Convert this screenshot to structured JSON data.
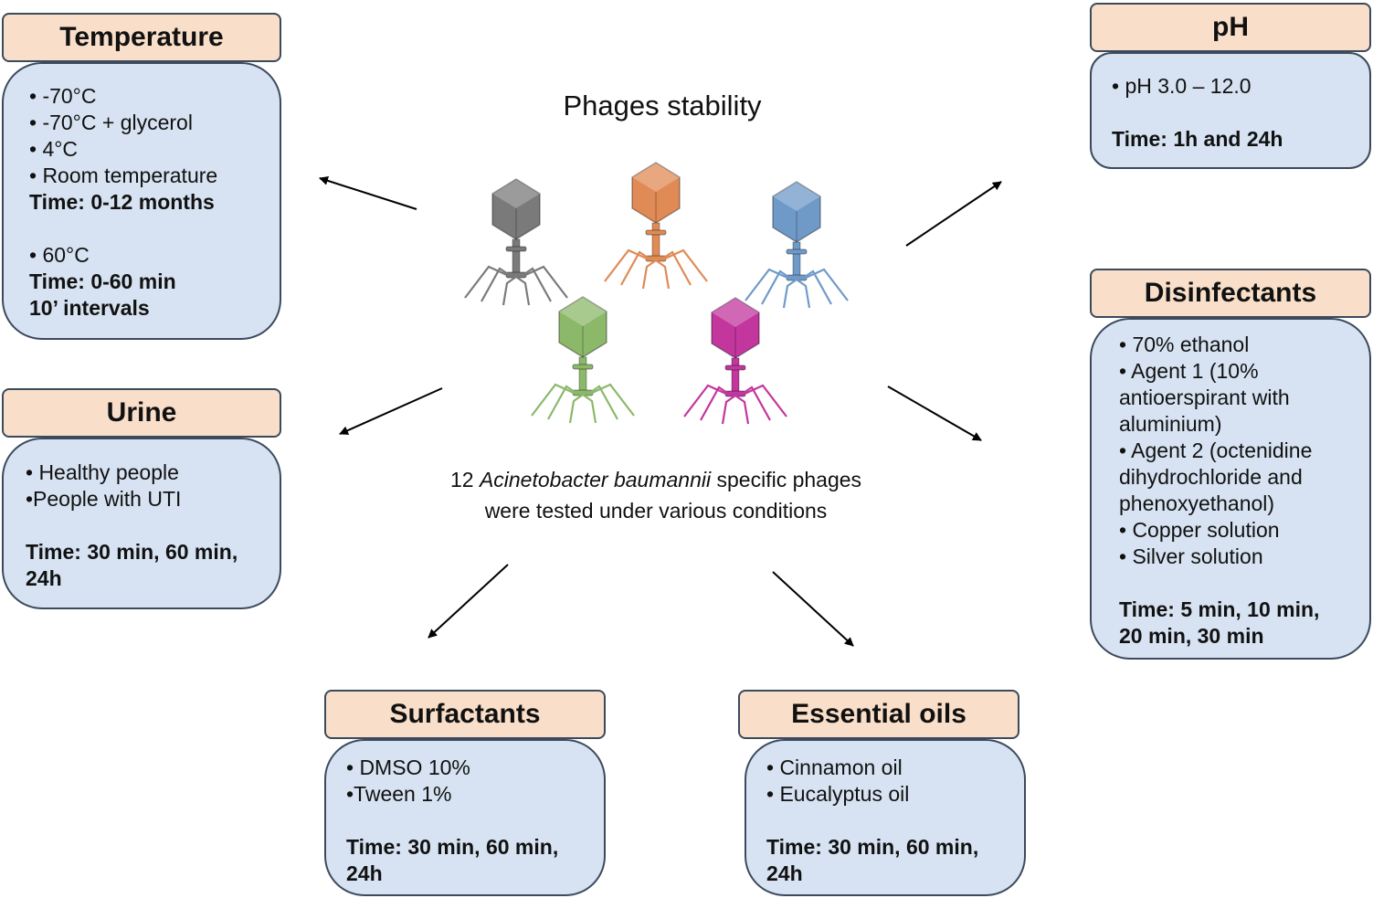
{
  "center": {
    "title": "Phages stability",
    "desc_pre": "12 ",
    "desc_italic": "Acinetobacter baumannii",
    "desc_post": " specific phages were tested under various conditions"
  },
  "temperature": {
    "title": "Temperature",
    "lines": [
      "• -70°C",
      "• -70°C + glycerol",
      "• 4°C",
      "• Room temperature"
    ],
    "time1": "Time: 0-12 months",
    "line60": "• 60°C",
    "time2": "Time: 0-60 min",
    "time3": "10’ intervals"
  },
  "urine": {
    "title": "Urine",
    "lines": [
      "• Healthy people",
      "•People with UTI"
    ],
    "time": [
      "Time: 30 min, 60 min,",
      "24h"
    ]
  },
  "surfactants": {
    "title": "Surfactants",
    "lines": [
      "• DMSO 10%",
      "•Tween 1%"
    ],
    "time": [
      "Time: 30 min, 60 min,",
      "24h"
    ]
  },
  "oils": {
    "title": "Essential oils",
    "lines": [
      "• Cinnamon oil",
      "• Eucalyptus oil"
    ],
    "time": [
      "Time: 30 min, 60 min,",
      "24h"
    ]
  },
  "ph": {
    "title": "pH",
    "lines": [
      "• pH 3.0 – 12.0"
    ],
    "time": "Time: 1h and 24h"
  },
  "disinfectants": {
    "title": "Disinfectants",
    "lines": [
      "• 70% ethanol",
      "• Agent 1 (10%",
      "antioerspirant with",
      "aluminium)",
      "• Agent 2 (octenidine",
      "dihydrochloride and",
      "phenoxyethanol)",
      "• Copper solution",
      "• Silver solution"
    ],
    "time": [
      "Time: 5 min, 10 min,",
      "20 min, 30 min"
    ]
  },
  "colors": {
    "header_fill": "#f9dfc9",
    "box_fill": "#d7e3f2",
    "border": "#3b4a5c",
    "phage_gray": "#7a7a7a",
    "phage_orange": "#e08a55",
    "phage_blue": "#6f9ac8",
    "phage_green": "#8cb86a",
    "phage_magenta": "#c2369e"
  }
}
